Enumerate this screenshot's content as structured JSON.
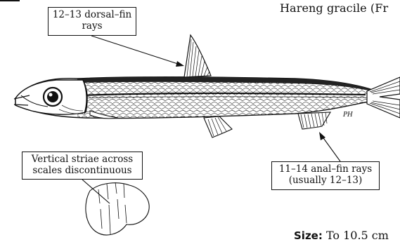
{
  "header": {
    "common_name": "Hareng gracile (Fr"
  },
  "labels": {
    "dorsal_fin": [
      "12–13 dorsal–fin",
      "rays"
    ],
    "striae": [
      "Vertical striae across",
      "scales discontinuous"
    ],
    "anal_fin": [
      "11–14 anal–fin rays",
      "(usually 12–13)"
    ]
  },
  "size": {
    "label": "Size:",
    "value": " To 10.5 cm"
  },
  "artist_mark": "PH"
}
